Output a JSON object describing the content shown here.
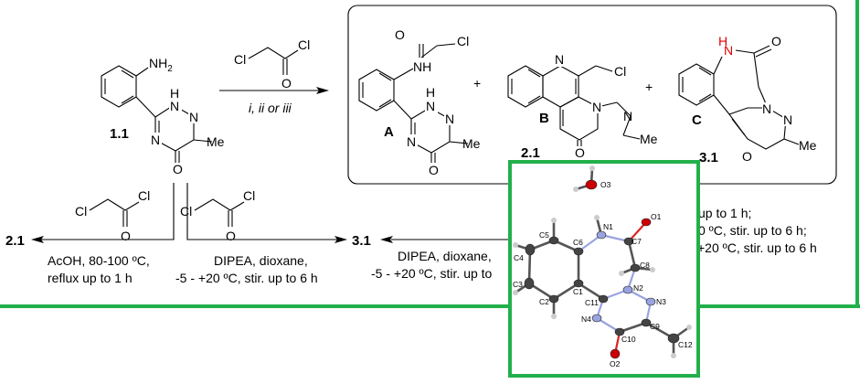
{
  "scheme": {
    "start_compound": {
      "label": "1.1",
      "amine": "NH",
      "amine_sub": "2",
      "n": "N",
      "h": "H",
      "me": "Me",
      "o": "O"
    },
    "reagent": {
      "cl1": "Cl",
      "cl2": "Cl",
      "o": "O"
    },
    "main_arrow_conditions": "i, ii or iii",
    "plus": "+",
    "products": [
      {
        "letter": "A",
        "nh": "NH",
        "o": "O",
        "cl": "Cl",
        "n": "N",
        "h": "H",
        "me": "Me"
      },
      {
        "letter": "B",
        "label": "2.1",
        "n": "N",
        "cl": "Cl",
        "me": "Me",
        "o": "O"
      },
      {
        "letter": "C",
        "label": "3.1",
        "n": "N",
        "h": "H",
        "o": "O",
        "me": "Me"
      }
    ],
    "bottom_left": {
      "product": "2.1",
      "line1": "AcOH, 80-100 ºC,",
      "line2": "reflux up to 1 h"
    },
    "bottom_middle": {
      "product": "3.1",
      "line1": "DIPEA, dioxane,",
      "line2": "-5 - +20 ºC, stir. up to 6 h"
    },
    "bottom_right": {
      "line1": "DIPEA, dioxane,",
      "line2": "-5 - +20 ºC, stir. up to"
    },
    "conditions_partial": [
      "up to 1 h;",
      "0 ºC, stir. up to 6 h;",
      "+20 ºC, stir. up to 6 h"
    ]
  },
  "crystal_structure": {
    "atoms": [
      "O3",
      "O1",
      "N1",
      "C7",
      "C5",
      "C6",
      "C4",
      "C8",
      "C3",
      "C1",
      "N2",
      "N3",
      "C2",
      "C11",
      "N4",
      "C9",
      "C10",
      "C12",
      "O2"
    ]
  },
  "colors": {
    "frame": "#22b04b",
    "highlight_nh": "#e00000",
    "carbon": "#444444",
    "nitrogen": "#9aa3e0",
    "oxygen": "#cc0000",
    "hydrogen": "#cccccc"
  }
}
